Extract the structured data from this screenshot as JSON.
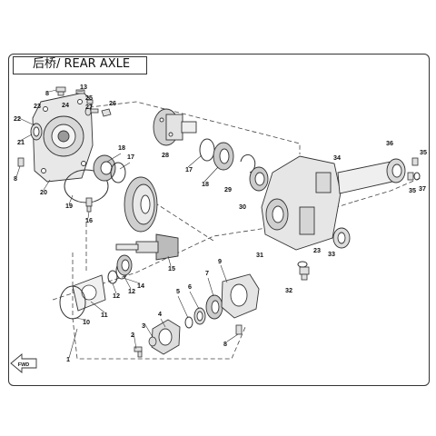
{
  "title": "后桥/ REAR AXLE",
  "fwd_label": "FWD",
  "callouts": {
    "n1": "1",
    "n2": "2",
    "n3": "3",
    "n4": "4",
    "n5": "5",
    "n6": "6",
    "n7": "7",
    "n8a": "8",
    "n8b": "8",
    "n8c": "8",
    "n9": "9",
    "n10": "10",
    "n11": "11",
    "n12a": "12",
    "n12b": "12",
    "n13": "13",
    "n14": "14",
    "n15": "15",
    "n16": "16",
    "n17a": "17",
    "n17b": "17",
    "n18a": "18",
    "n18b": "18",
    "n19": "19",
    "n20": "20",
    "n21": "21",
    "n22": "22",
    "n23a": "23",
    "n23b": "23",
    "n24": "24",
    "n25": "25",
    "n26": "26",
    "n27": "27",
    "n28": "28",
    "n29": "29",
    "n30": "30",
    "n31": "31",
    "n32": "32",
    "n33": "33",
    "n34": "34",
    "n35a": "35",
    "n35b": "35",
    "n36": "36",
    "n37": "37"
  },
  "colors": {
    "line": "#333333",
    "part_fill": "#e8e8e8",
    "part_dark": "#9a9a9a"
  }
}
